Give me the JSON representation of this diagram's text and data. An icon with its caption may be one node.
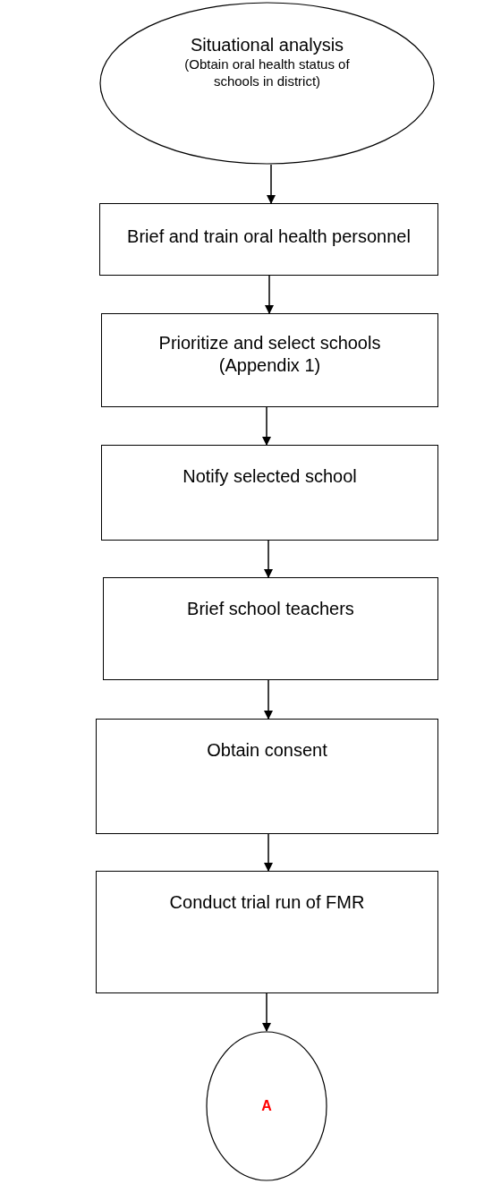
{
  "diagram": {
    "nodes": [
      {
        "text": [
          "Situational analysis",
          "(Obtain oral health status of schools in district)"
        ]
      },
      {
        "text": [
          "Brief and train oral health personnel"
        ]
      },
      {
        "text": [
          "Prioritize and select schools (Appendix 1)"
        ]
      },
      {
        "text": [
          "Notify selected school"
        ]
      },
      {
        "text": [
          "Brief school teachers"
        ]
      },
      {
        "text": [
          "Obtain consent"
        ]
      },
      {
        "text": [
          "Conduct trial run of FMR"
        ]
      },
      {
        "text": [
          "A"
        ]
      }
    ],
    "edges": [
      {
        "from": 0,
        "to": 1,
        "arrow": "to"
      },
      {
        "from": 1,
        "to": 2,
        "arrow": "to"
      },
      {
        "from": 2,
        "to": 3,
        "arrow": "to"
      },
      {
        "from": 3,
        "to": 4,
        "arrow": "to"
      },
      {
        "from": 4,
        "to": 5,
        "arrow": "to"
      },
      {
        "from": 5,
        "to": 6,
        "arrow": "to"
      },
      {
        "from": 6,
        "to": 7,
        "arrow": "to"
      }
    ]
  }
}
